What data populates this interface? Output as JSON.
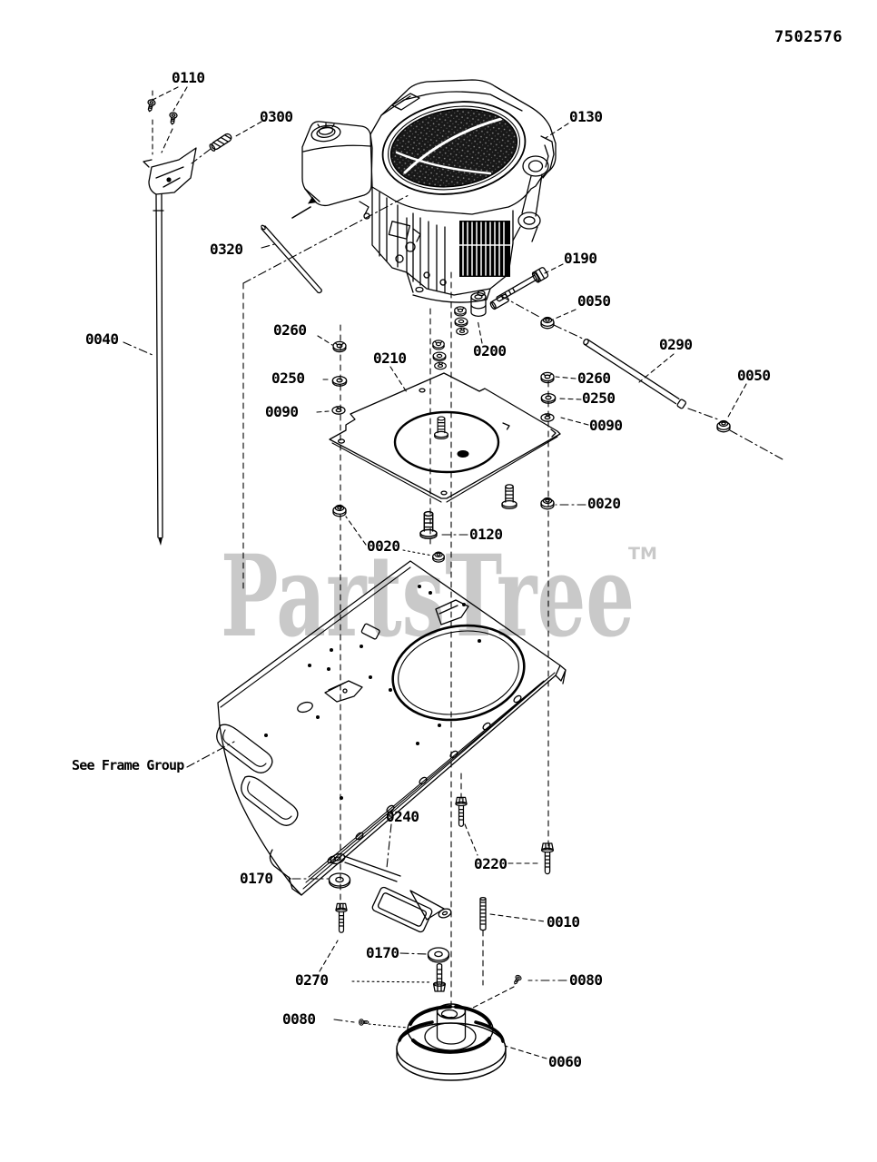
{
  "page": {
    "doc_number": "7502576",
    "background": "#ffffff",
    "line_color": "#000000"
  },
  "watermark": {
    "text": "PartsTree",
    "tm": "TM",
    "color": "#c9c9c9"
  },
  "callouts": [
    {
      "text": "0110"
    },
    {
      "text": "0300"
    },
    {
      "text": "0130"
    },
    {
      "text": "0320"
    },
    {
      "text": "0190"
    },
    {
      "text": "0050"
    },
    {
      "text": "0040"
    },
    {
      "text": "0260"
    },
    {
      "text": "0210"
    },
    {
      "text": "0200"
    },
    {
      "text": "0290"
    },
    {
      "text": "0050"
    },
    {
      "text": "0250"
    },
    {
      "text": "0260"
    },
    {
      "text": "0250"
    },
    {
      "text": "0090"
    },
    {
      "text": "0090"
    },
    {
      "text": "0020"
    },
    {
      "text": "0120"
    },
    {
      "text": "0020"
    },
    {
      "text": "See Frame Group"
    },
    {
      "text": "0240"
    },
    {
      "text": "0220"
    },
    {
      "text": "0170"
    },
    {
      "text": "0010"
    },
    {
      "text": "0170"
    },
    {
      "text": "0270"
    },
    {
      "text": "0080"
    },
    {
      "text": "0080"
    },
    {
      "text": "0060"
    }
  ]
}
